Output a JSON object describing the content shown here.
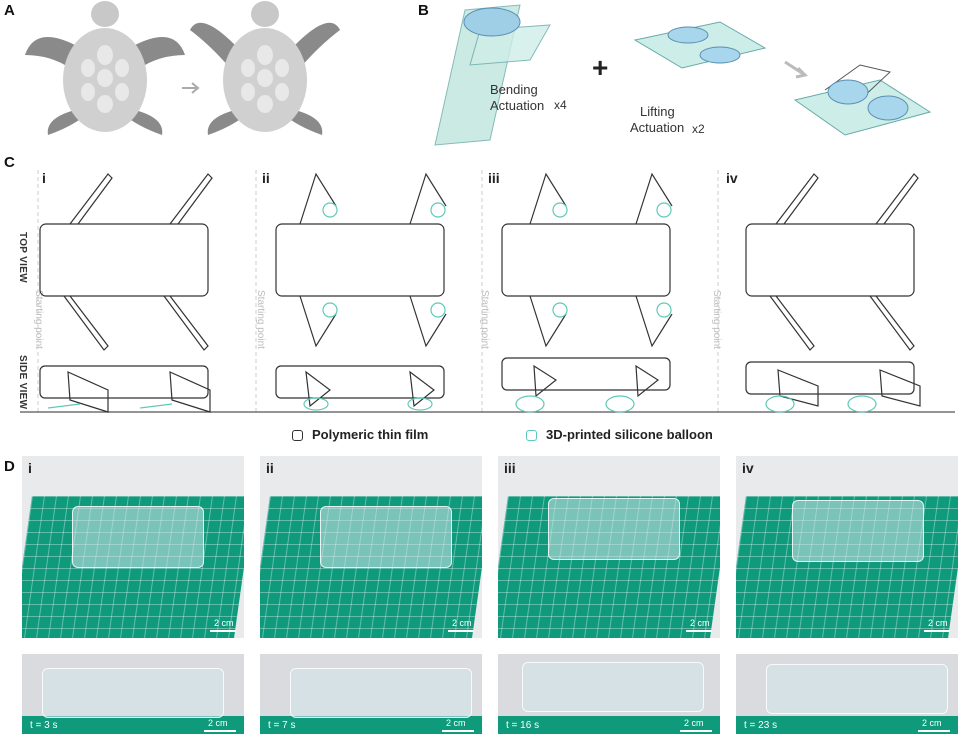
{
  "panels": {
    "a": "A",
    "b": "B",
    "c": "C",
    "d": "D"
  },
  "panel_b": {
    "bending_line1": "Bending",
    "bending_line2": "Actuation",
    "bending_mult": "x4",
    "lifting_line1": "Lifting",
    "lifting_line2": "Actuation",
    "lifting_mult": "x2",
    "plus": "+"
  },
  "panel_c": {
    "steps": [
      "i",
      "ii",
      "iii",
      "iv"
    ],
    "top_view": "TOP VIEW",
    "side_view": "SIDE VIEW",
    "starting_point": "Starting point"
  },
  "legend": {
    "film": "Polymeric thin film",
    "balloon": "3D-printed silicone balloon",
    "film_color": "#333333",
    "balloon_color": "#5fc9b8"
  },
  "panel_d": {
    "steps": [
      "i",
      "ii",
      "iii",
      "iv"
    ],
    "scale": "2 cm",
    "times": [
      "t = 3 s",
      "t = 7 s",
      "t = 16 s",
      "t = 23 s"
    ]
  }
}
